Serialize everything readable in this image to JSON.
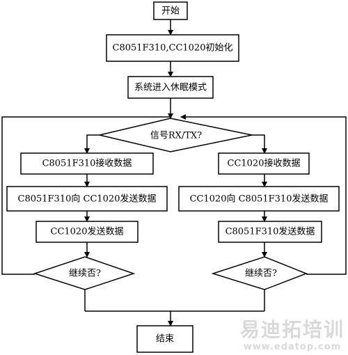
{
  "flowchart": {
    "start": "开始",
    "init": "C8051F310,CC1020初始化",
    "sleep": "系统进入休眠模式",
    "decision": "信号RX/TX?",
    "left": {
      "receive": "C8051F310接收数据",
      "forward": "C8051F310向 CC1020发送数据",
      "send": "CC1020发送数据",
      "continue": "继续否?"
    },
    "right": {
      "receive": "CC1020接收数据",
      "forward": "CC1020向 C8051F310发送数据",
      "send": "C8051F310发送数据",
      "continue": "继续否?"
    },
    "end": "结束"
  },
  "watermark": {
    "brand": "易迪拓培训",
    "url": "www.edatop.com"
  }
}
